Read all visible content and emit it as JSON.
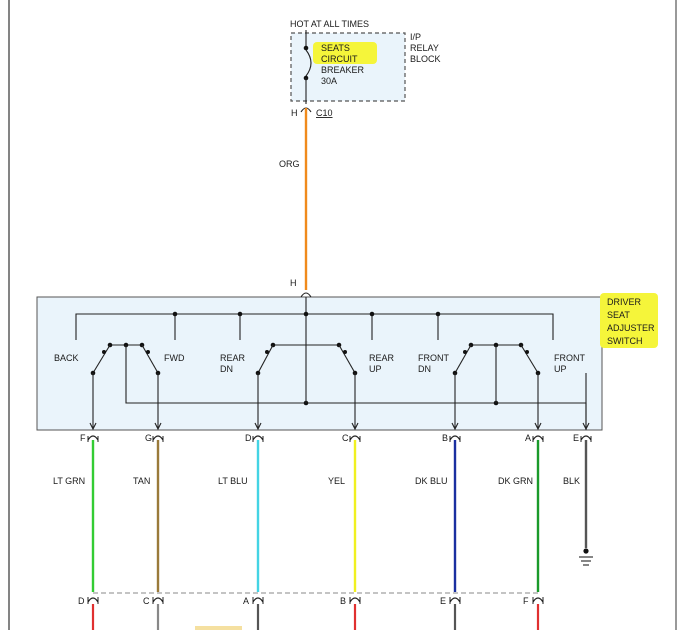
{
  "power": {
    "label": "HOT AT ALL TIMES"
  },
  "relay_block": {
    "lines": [
      "I/P",
      "RELAY",
      "BLOCK"
    ]
  },
  "breaker": {
    "lines": [
      "SEATS",
      "CIRCUIT",
      "BREAKER",
      "30A"
    ],
    "highlight": "#f5f53a"
  },
  "breaker_connector": {
    "pin": "H",
    "name": "C10"
  },
  "feed_wire": {
    "color_label": "ORG",
    "hex": "#f08a1c"
  },
  "switch": {
    "title_lines": [
      "DRIVER",
      "SEAT",
      "ADJUSTER",
      "SWITCH"
    ],
    "input_pin": "H"
  },
  "switch_labels": [
    {
      "lines": [
        "BACK"
      ]
    },
    {
      "lines": [
        "FWD"
      ]
    },
    {
      "lines": [
        "REAR",
        "DN"
      ]
    },
    {
      "lines": [
        "REAR",
        "UP"
      ]
    },
    {
      "lines": [
        "FRONT",
        "DN"
      ]
    },
    {
      "lines": [
        "FRONT",
        "UP"
      ]
    }
  ],
  "wires": [
    {
      "top_pin": "F",
      "color_label": "LT GRN",
      "hex": "#33cc33",
      "bottom_pin": "D"
    },
    {
      "top_pin": "G",
      "color_label": "TAN",
      "hex": "#9a7a3a",
      "bottom_pin": "C"
    },
    {
      "top_pin": "D",
      "color_label": "LT BLU",
      "hex": "#44d4e4",
      "bottom_pin": "A"
    },
    {
      "top_pin": "C",
      "color_label": "YEL",
      "hex": "#f0f020",
      "bottom_pin": "B"
    },
    {
      "top_pin": "B",
      "color_label": "DK BLU",
      "hex": "#1a2fa0",
      "bottom_pin": "E"
    },
    {
      "top_pin": "A",
      "color_label": "DK GRN",
      "hex": "#1a9a2a",
      "bottom_pin": "F"
    },
    {
      "top_pin": "E",
      "color_label": "BLK",
      "hex": "#555555",
      "bottom_pin": ""
    }
  ]
}
